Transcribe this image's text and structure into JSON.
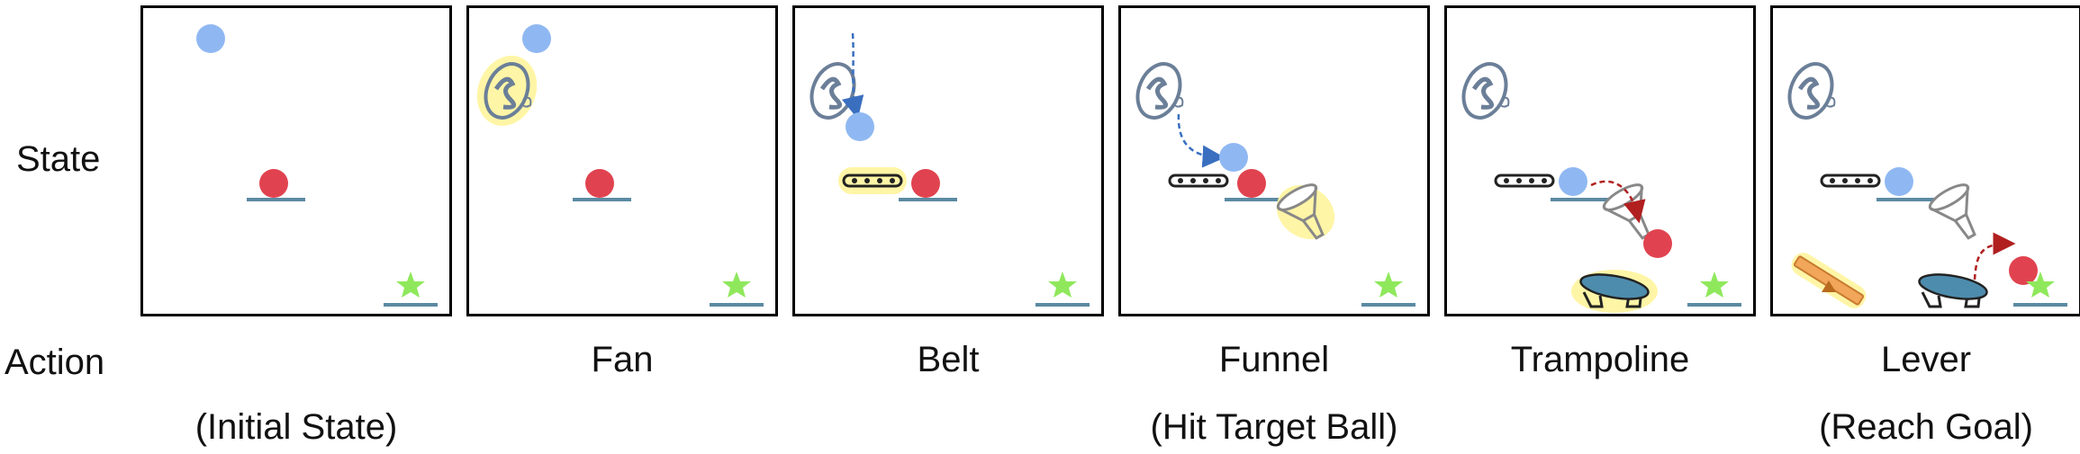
{
  "rows": {
    "state_label": "State",
    "action_label": "Action"
  },
  "colors": {
    "blue_ball": "#8fb8f2",
    "red_ball": "#e0434f",
    "star": "#8fe85c",
    "platform": "#5b8aa3",
    "fan": "#6b7f98",
    "highlight": "#fff5a6",
    "arrow_blue": "#3a6fc0",
    "arrow_red": "#b11f1f",
    "trampoline": "#4d8cad",
    "lever": "#f2a65a"
  },
  "panels": [
    {
      "action": "",
      "note": "(Initial State)"
    },
    {
      "action": "Fan",
      "note": ""
    },
    {
      "action": "Belt",
      "note": ""
    },
    {
      "action": "Funnel",
      "note": "(Hit Target Ball)"
    },
    {
      "action": "Trampoline",
      "note": ""
    },
    {
      "action": "Lever",
      "note": "(Reach Goal)"
    }
  ]
}
